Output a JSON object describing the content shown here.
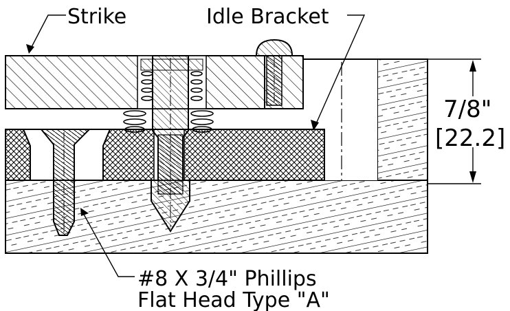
{
  "labels": {
    "strike": "Strike",
    "idle_bracket": "Idle Bracket",
    "dimension_fraction": "7/8\"",
    "dimension_metric": "[22.2]",
    "screw_line1": "#8 X 3/4\" Phillips",
    "screw_line2": "Flat Head Type \"A\""
  },
  "colors": {
    "line": "#000000",
    "background": "#ffffff"
  },
  "parts": [
    "strike-plate",
    "idle-bracket",
    "shim-block",
    "wood-base",
    "bolt",
    "spring",
    "flat-head-screw",
    "round-head-screw",
    "dimension-7-8"
  ]
}
